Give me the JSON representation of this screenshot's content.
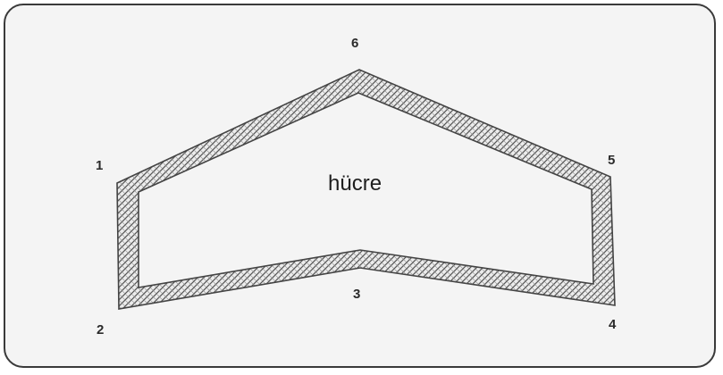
{
  "diagram": {
    "center_label": "hücre",
    "vertices": [
      {
        "id": "v1",
        "label": "1"
      },
      {
        "id": "v2",
        "label": "2"
      },
      {
        "id": "v3",
        "label": "3"
      },
      {
        "id": "v4",
        "label": "4"
      },
      {
        "id": "v5",
        "label": "5"
      },
      {
        "id": "v6",
        "label": "6"
      }
    ]
  }
}
